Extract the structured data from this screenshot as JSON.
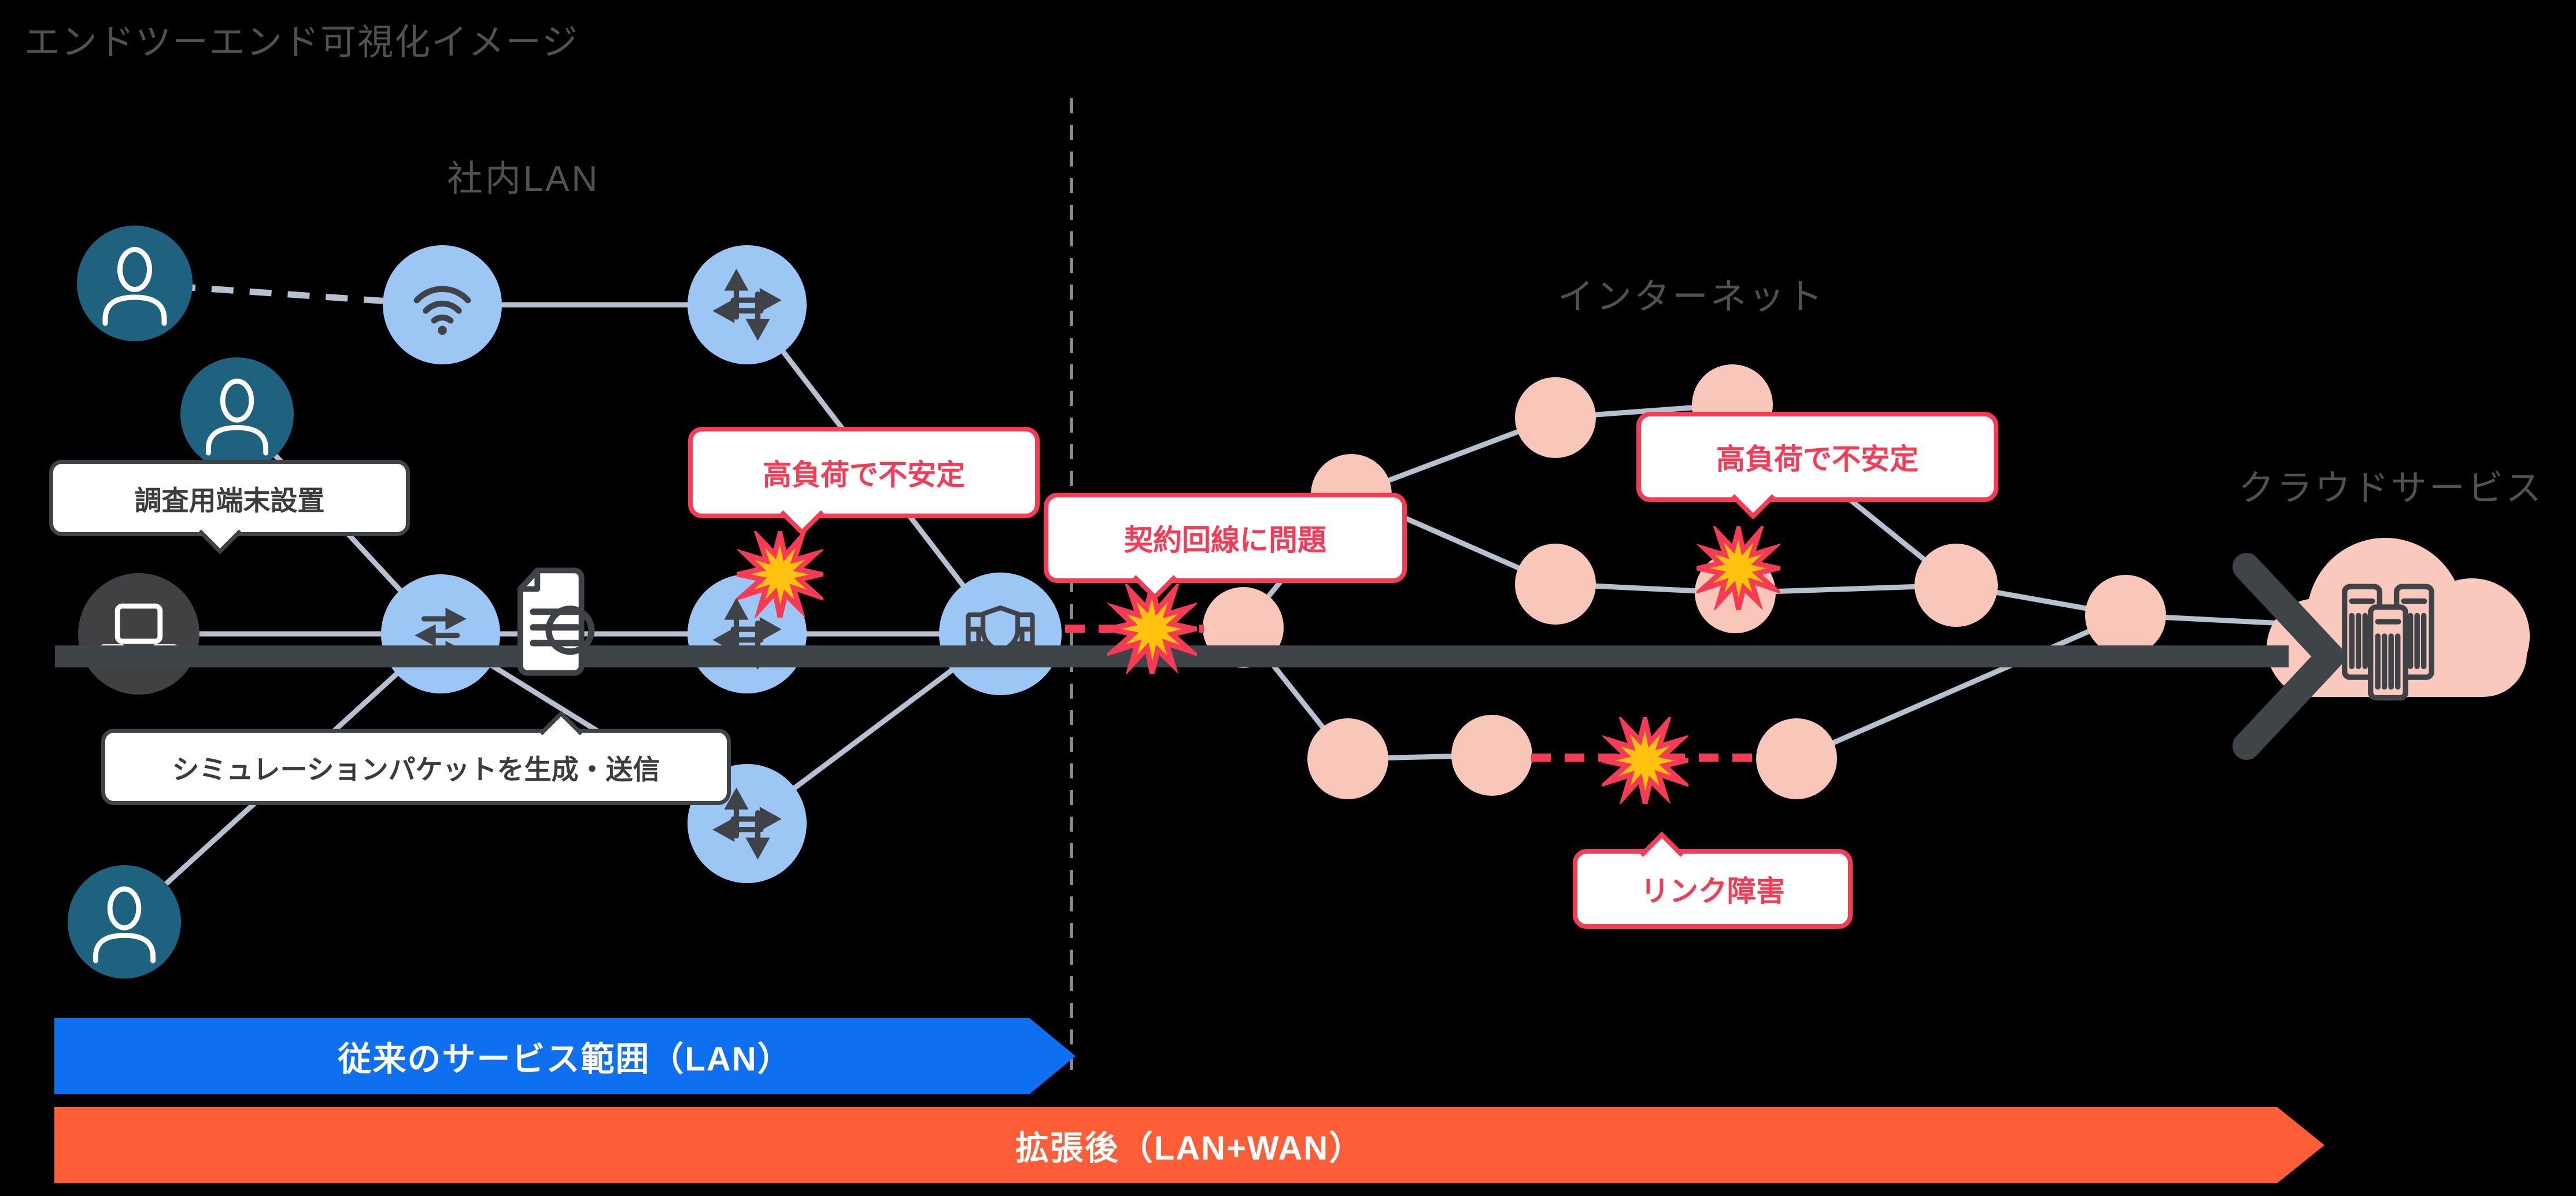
{
  "title": "エンドツーエンド可視化イメージ",
  "sections": {
    "lan": "社内LAN",
    "internet": "インターネット",
    "cloud": "クラウドサービス"
  },
  "callouts": {
    "terminal": "調査用端末設置",
    "simulation": "シミュレーションパケットを生成・送信",
    "high_load_lan": "高負荷で不安定",
    "line_problem": "契約回線に問題",
    "high_load_internet": "高負荷で不安定",
    "link_failure": "リンク障害"
  },
  "legend": {
    "lan_bar": "従来のサービス範囲（LAN）",
    "wan_bar": "拡張後（LAN+WAN）"
  },
  "colors": {
    "node_blue": "#9cc7f5",
    "node_pink": "#f9c6ba",
    "node_teal": "#1e627f",
    "node_dark": "#414144",
    "edge": "#b6c1cf",
    "ink": "#3f4347",
    "alert": "#f83a55",
    "burst": "#ffc30f",
    "bar_blue": "#0e6ff0",
    "bar_orange": "#fd5e38",
    "label_gray": "#515151",
    "cloud_pink": "#f9c9bd"
  },
  "icons": {
    "user": "person-silhouette",
    "wifi_ap": "wifi-arcs",
    "router": "cross-arrows",
    "switch": "bidirectional-arrows",
    "firewall": "brick-wall-shield",
    "probe_terminal": "laptop",
    "packet": "document-magnifier",
    "alert_marker": "explosion-starburst",
    "cloud_service": "cloud-with-servers"
  }
}
